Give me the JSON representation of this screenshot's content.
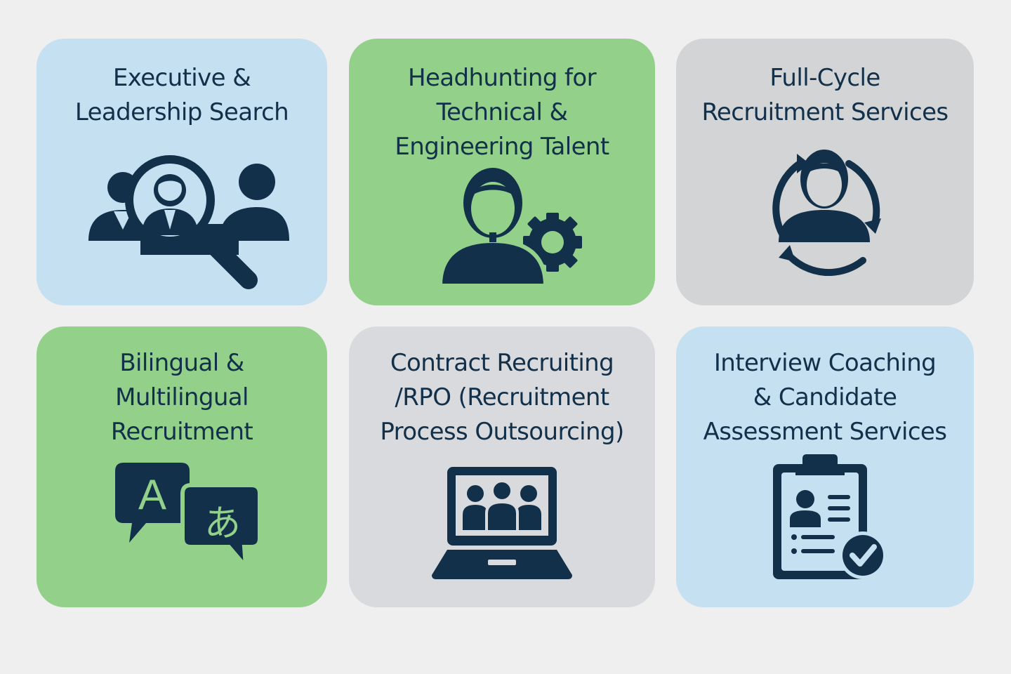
{
  "colors": {
    "page_background": "#efefef",
    "ink": "#12304a",
    "blue_card": "#c5e0f0",
    "green_card": "#93d18a",
    "gray_card": "#d3d4d6",
    "light_gray_card": "#d8dadd"
  },
  "cards": [
    {
      "lines": [
        "Executive &",
        "Leadership Search"
      ],
      "color": "#c5e0f0",
      "icon": "search-people-icon"
    },
    {
      "lines": [
        "Headhunting for",
        "Technical &",
        "Engineering Talent"
      ],
      "color": "#93d18a",
      "icon": "engineer-gear-icon"
    },
    {
      "lines": [
        "Full-Cycle",
        "Recruitment Services"
      ],
      "color": "#d3d4d6",
      "icon": "person-cycle-icon"
    },
    {
      "lines": [
        "Bilingual &",
        "Multilingual",
        "Recruitment"
      ],
      "color": "#93d18a",
      "icon": "translation-bubbles-icon"
    },
    {
      "lines": [
        "Contract Recruiting",
        "/RPO (Recruitment",
        "Process Outsourcing)"
      ],
      "color": "#d8dadd",
      "icon": "laptop-team-icon"
    },
    {
      "lines": [
        "Interview Coaching",
        "& Candidate",
        "Assessment Services"
      ],
      "color": "#c5e0f0",
      "icon": "clipboard-check-icon"
    }
  ],
  "icon_glyphs": {
    "latin": "A",
    "japanese": "あ"
  }
}
